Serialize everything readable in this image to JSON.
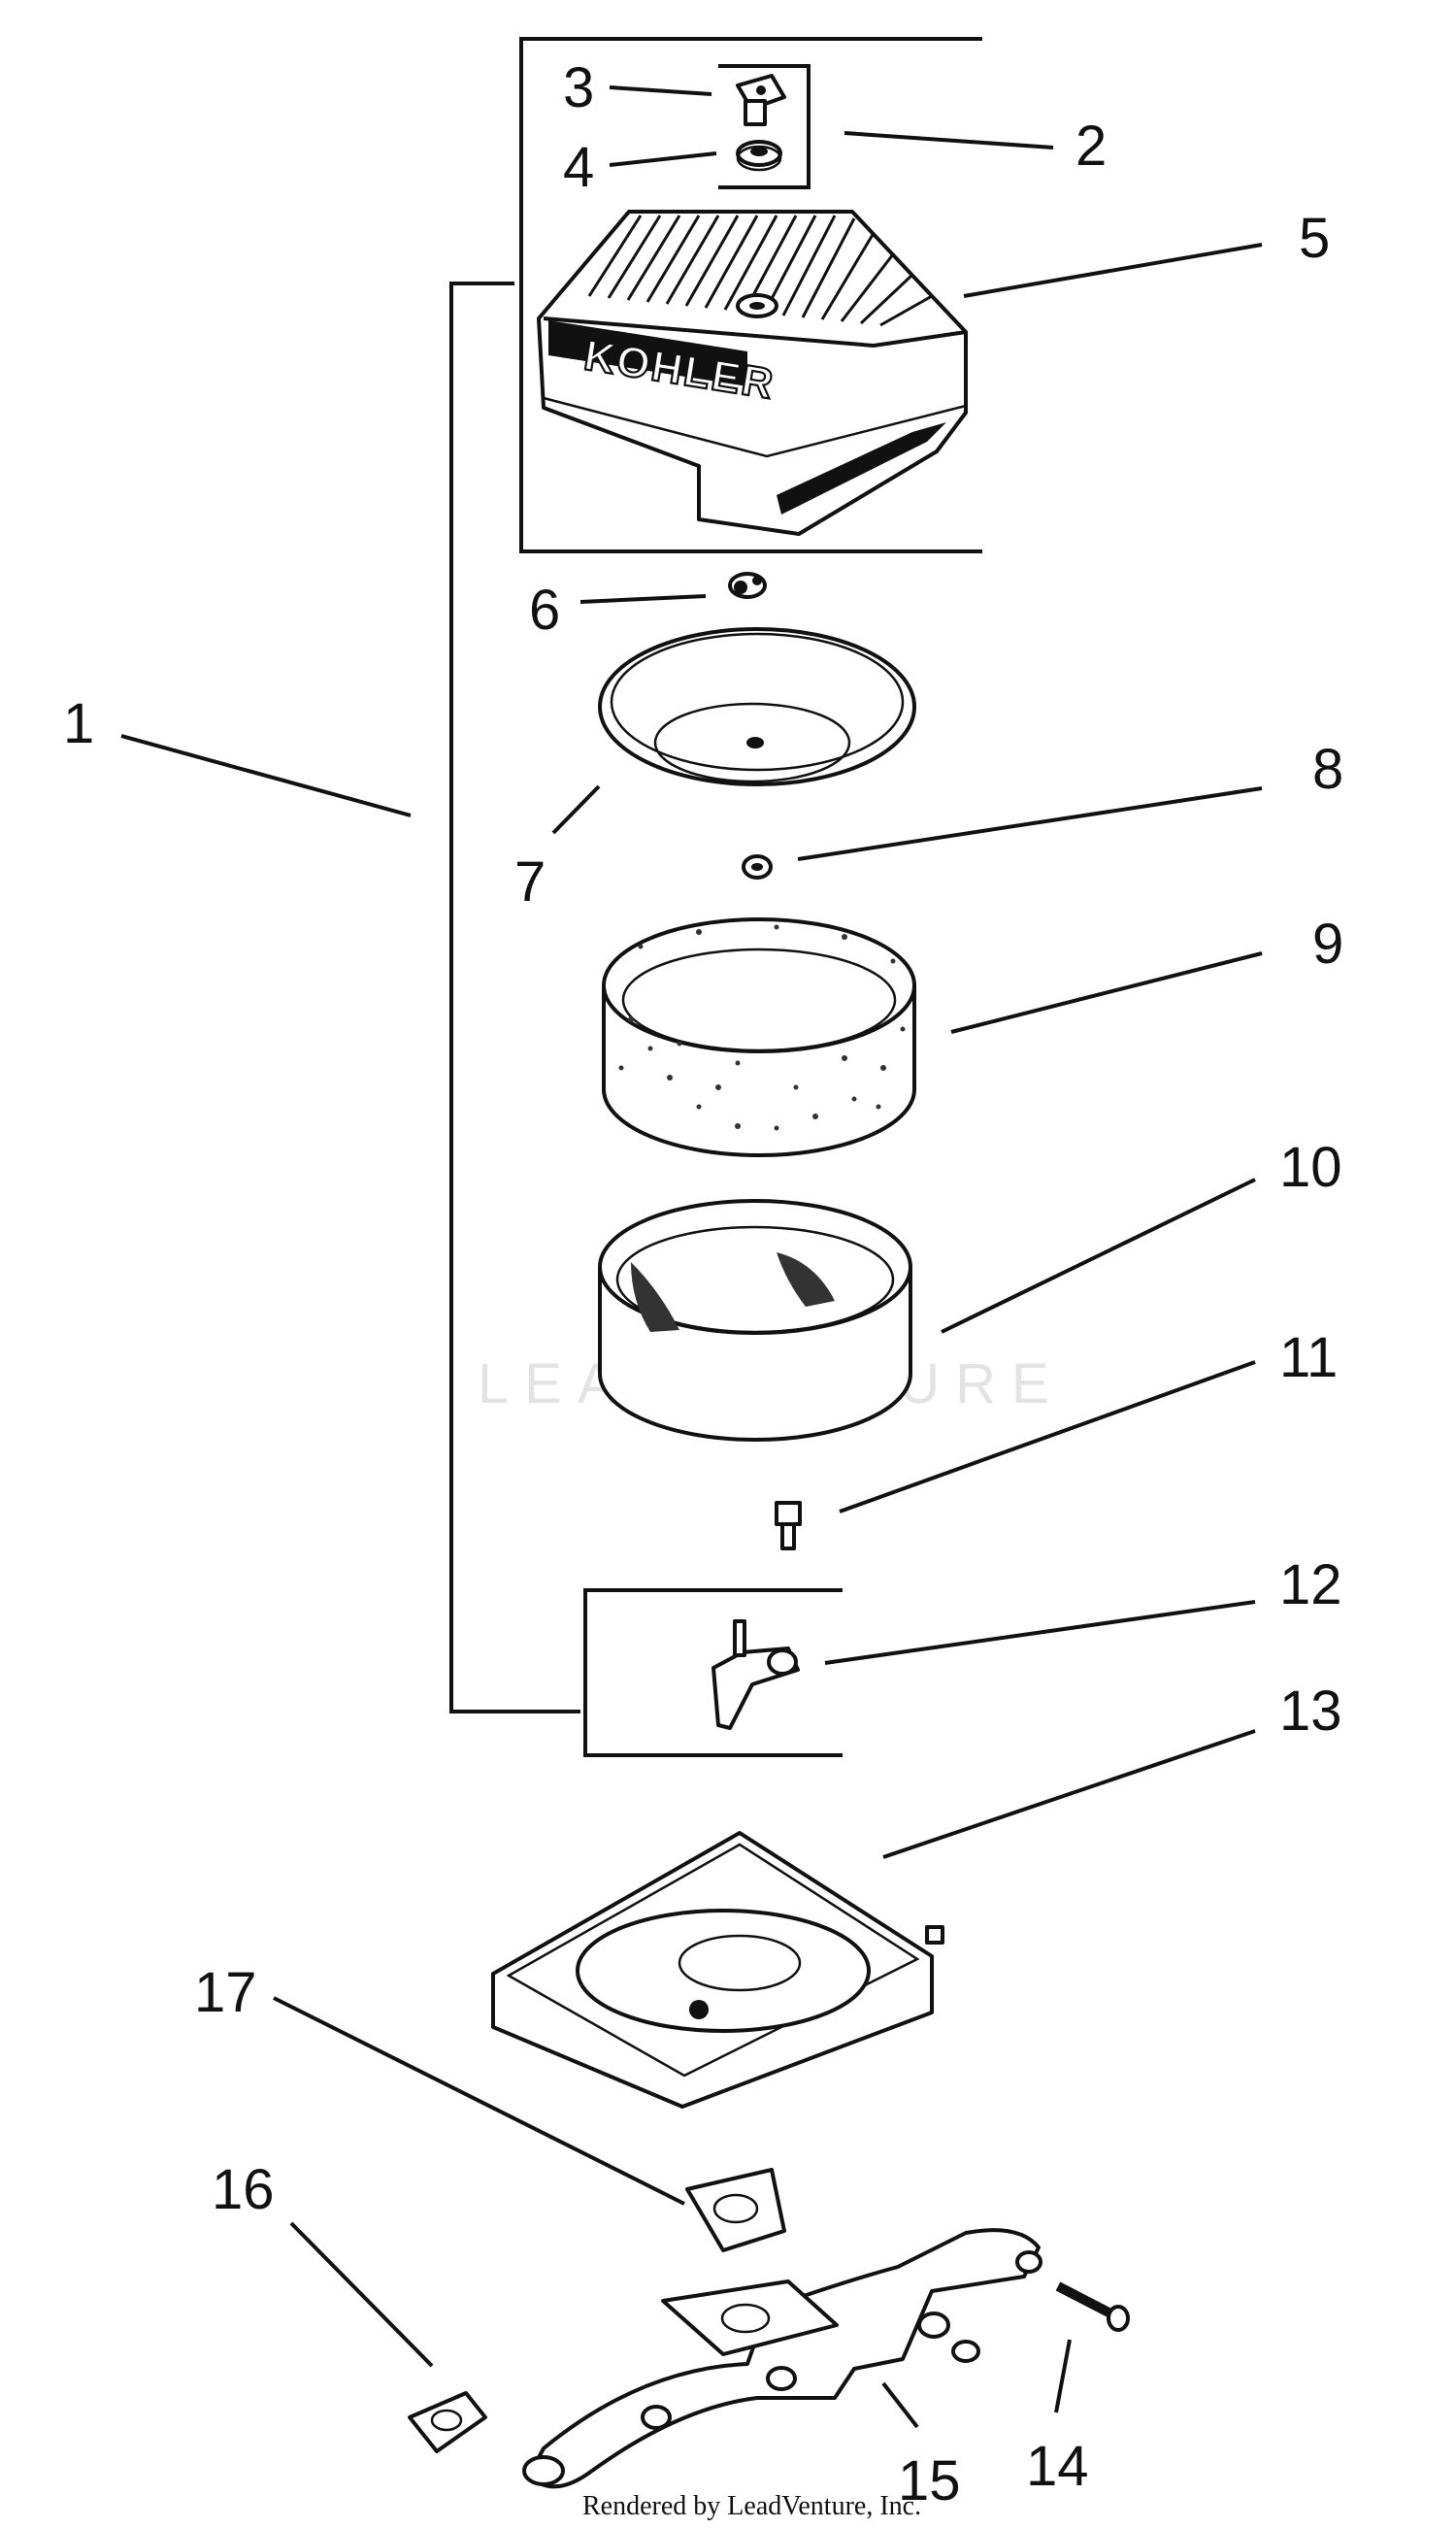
{
  "callouts": {
    "c1": "1",
    "c2": "2",
    "c3": "3",
    "c4": "4",
    "c5": "5",
    "c6": "6",
    "c7": "7",
    "c8": "8",
    "c9": "9",
    "c10": "10",
    "c11": "11",
    "c12": "12",
    "c13": "13",
    "c14": "14",
    "c15": "15",
    "c16": "16",
    "c17": "17"
  },
  "cover_brand": "KOHLER",
  "watermark": "LEADVENTURE",
  "footer_credit": "Rendered by LeadVenture, Inc."
}
